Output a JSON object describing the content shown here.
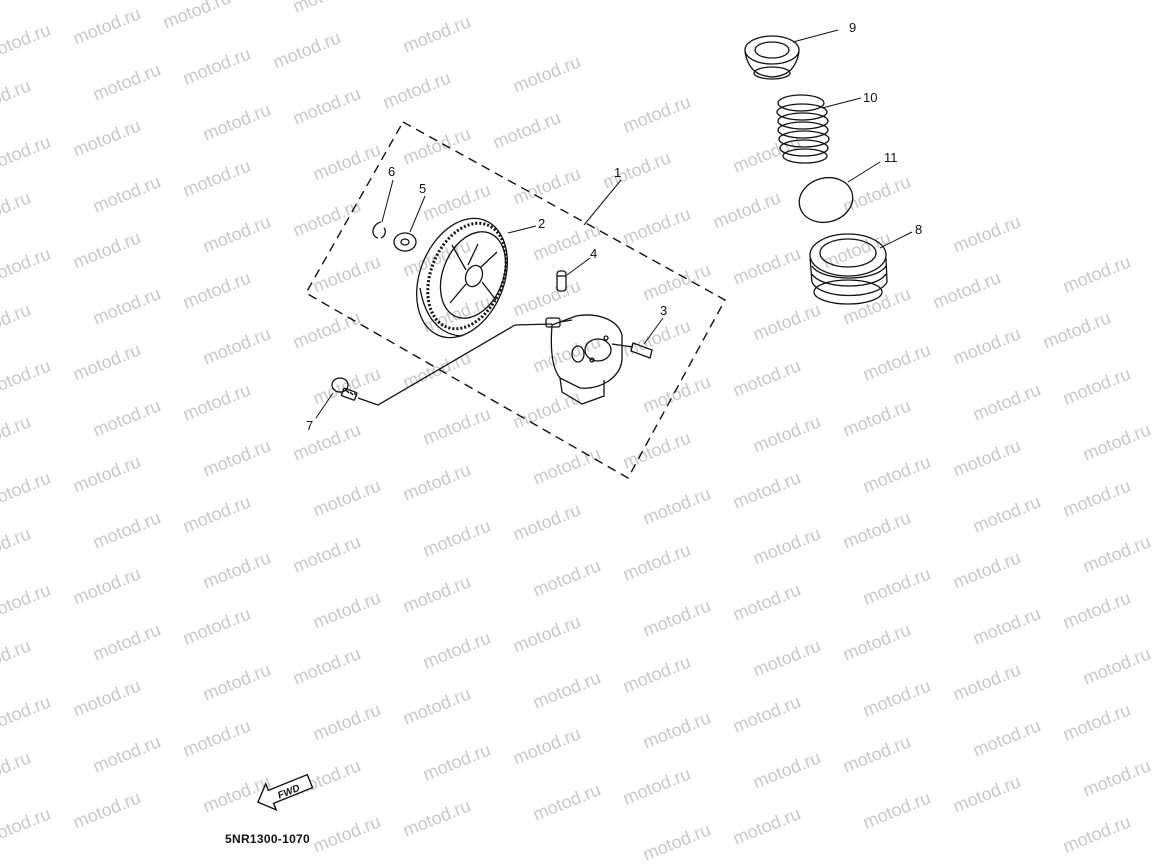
{
  "watermark": "motod.ru",
  "diagram_code": "5NR1300-1070",
  "fwd_label": "FWD",
  "callouts": [
    "1",
    "2",
    "3",
    "4",
    "5",
    "6",
    "7",
    "8",
    "9",
    "10",
    "11"
  ]
}
